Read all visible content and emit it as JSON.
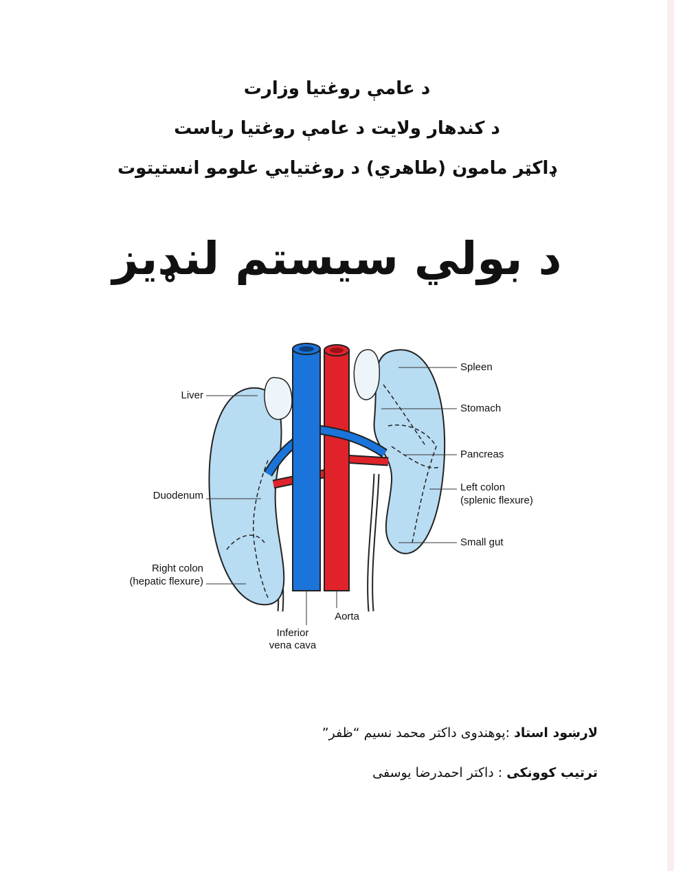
{
  "header": {
    "line1": "د عامې روغتيا وزارت",
    "line2": "د کندهار ولايت د عامې روغتيا رياست",
    "line3": "ډاکټر مامون (طاهري) د روغتيايي علومو انستيتوت"
  },
  "title": "د بولي سيستم لنډيز",
  "figure": {
    "labels": {
      "liver": "Liver",
      "duodenum": "Duodenum",
      "right_colon_1": "Right colon",
      "right_colon_2": "(hepatic flexure)",
      "spleen": "Spleen",
      "stomach": "Stomach",
      "pancreas": "Pancreas",
      "left_colon_1": "Left colon",
      "left_colon_2": "(splenic flexure)",
      "small_gut": "Small gut",
      "aorta": "Aorta",
      "ivc_1": "Inferior",
      "ivc_2": "vena cava"
    },
    "colors": {
      "kidney": "#b8dcf2",
      "vein": "#1b74d9",
      "artery": "#e0232a",
      "outline": "#222222"
    }
  },
  "credits": {
    "supervisor_label": "لارښود استاد",
    "supervisor_value": ":پوهندوی داکتر محمد نسیم “ظفر”",
    "compiler_label": "ترتیب کوونکی",
    "compiler_value": ": داکتر احمدرضا یوسفی"
  }
}
